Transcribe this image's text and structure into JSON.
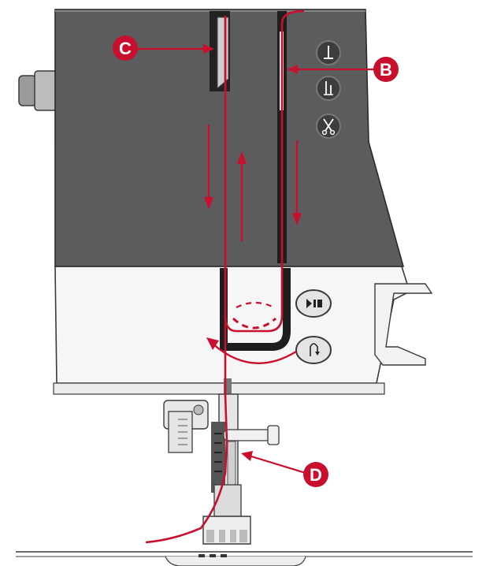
{
  "colors": {
    "machine_dark": "#5c5c5e",
    "machine_body": "#f6f6f6",
    "outline": "#3a3a3a",
    "thread": "#c8102e",
    "callout": "#c8102e",
    "button_dark": "#3d3d3f",
    "button_light": "#e4e4e4"
  },
  "callouts": {
    "b": "B",
    "c": "C",
    "d": "D"
  },
  "icons": {
    "needle_up_down": "needle-up-down-icon",
    "presser_foot": "presser-foot-icon",
    "thread_cutter": "scissors-icon",
    "start_stop": "start-stop-icon",
    "reverse": "reverse-icon"
  }
}
